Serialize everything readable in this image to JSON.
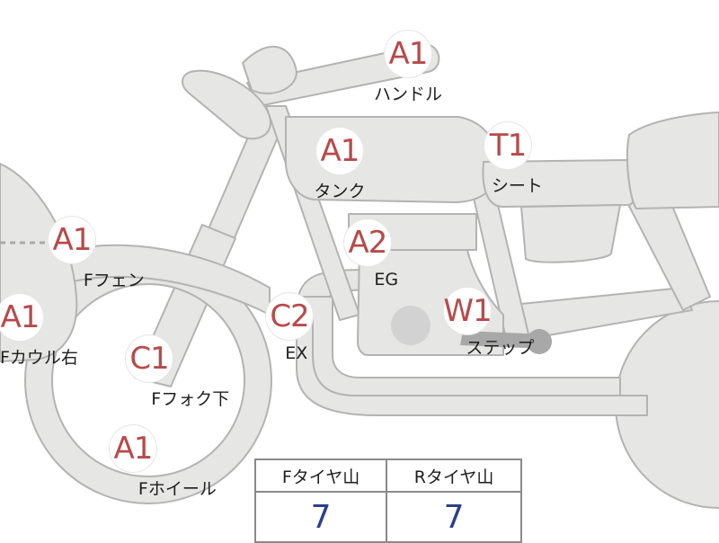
{
  "colors": {
    "bike_fill": "#e6e6e5",
    "bike_outline": "#b3b3b3",
    "grade_text": "#b84a4a",
    "tread_value": "#2d3f88"
  },
  "parts": {
    "handle": {
      "grade": "A1",
      "label": "ハンドル"
    },
    "tank": {
      "grade": "A1",
      "label": "タンク"
    },
    "seat": {
      "grade": "T1",
      "label": "シート"
    },
    "engine": {
      "grade": "A2",
      "label": "EG"
    },
    "fender": {
      "grade": "A1",
      "label": "Fフェン"
    },
    "cowl_right": {
      "grade": "A1",
      "label": "Fカウル右"
    },
    "exhaust": {
      "grade": "C2",
      "label": "EX"
    },
    "step": {
      "grade": "W1",
      "label": "ステップ"
    },
    "fork_lower": {
      "grade": "C1",
      "label": "Fフォク下"
    },
    "wheel": {
      "grade": "A1",
      "label": "Fホイール"
    }
  },
  "tire_table": {
    "front_header": "Fタイヤ山",
    "rear_header": "Rタイヤ山",
    "front_value": "7",
    "rear_value": "7"
  }
}
